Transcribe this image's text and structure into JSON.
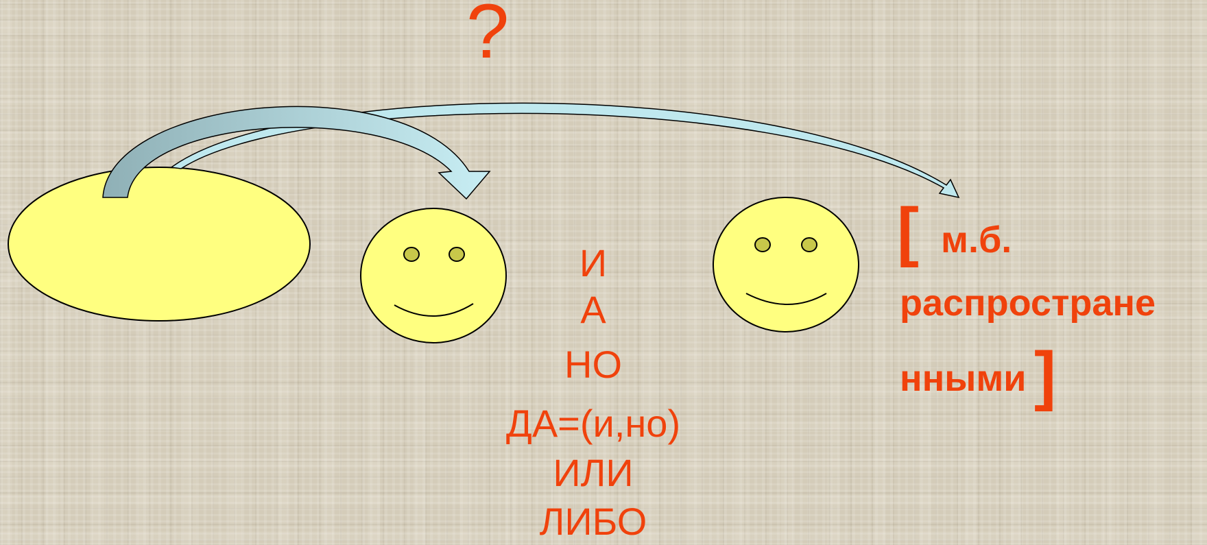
{
  "question_mark": "?",
  "conjunctions": [
    "И",
    "А",
    "НО",
    "ДА=(и,но)",
    "ИЛИ",
    "ЛИБО"
  ],
  "note": {
    "open_bracket": "[",
    "lines": [
      "м.б.",
      "распростране",
      "нными"
    ],
    "close_bracket": "]"
  },
  "colors": {
    "text": "#f0420c",
    "shape_fill": "#ffff80",
    "shape_stroke": "#000000",
    "eye_fill": "#c8c84a",
    "arrow_dark_fill": "#8fb0b6",
    "arrow_light_fill": "#bfe8ee"
  }
}
